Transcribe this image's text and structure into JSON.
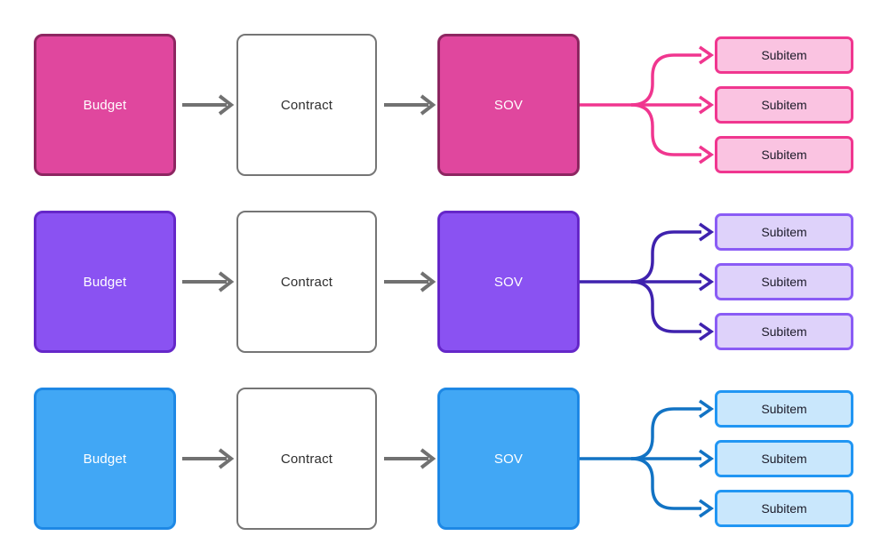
{
  "canvas": {
    "background": "#FFFFFF"
  },
  "connectors": {
    "arrow_color": "#717171"
  },
  "contract_style": {
    "fill": "#FFFFFF",
    "border": "#757575",
    "text_color": "#2E2E2E"
  },
  "rows": [
    {
      "id": "pink",
      "budget": {
        "label": "Budget"
      },
      "contract": {
        "label": "Contract"
      },
      "sov": {
        "label": "SOV"
      },
      "subitems": [
        {
          "label": "Subitem"
        },
        {
          "label": "Subitem"
        },
        {
          "label": "Subitem"
        }
      ],
      "colors": {
        "box_fill": "#E0479E",
        "box_border": "#8D2661",
        "box_text": "#FFFFFF",
        "subitem_fill": "#FAC3E1",
        "subitem_border": "#F0368F",
        "subitem_text": "#1C1B29",
        "branch": "#F0368F"
      }
    },
    {
      "id": "purple",
      "budget": {
        "label": "Budget"
      },
      "contract": {
        "label": "Contract"
      },
      "sov": {
        "label": "SOV"
      },
      "subitems": [
        {
          "label": "Subitem"
        },
        {
          "label": "Subitem"
        },
        {
          "label": "Subitem"
        }
      ],
      "colors": {
        "box_fill": "#8A52F2",
        "box_border": "#6527C9",
        "box_text": "#FFFFFF",
        "subitem_fill": "#DED2FA",
        "subitem_border": "#8A5CF5",
        "subitem_text": "#1C1B29",
        "branch": "#3F22AE"
      }
    },
    {
      "id": "blue",
      "budget": {
        "label": "Budget"
      },
      "contract": {
        "label": "Contract"
      },
      "sov": {
        "label": "SOV"
      },
      "subitems": [
        {
          "label": "Subitem"
        },
        {
          "label": "Subitem"
        },
        {
          "label": "Subitem"
        }
      ],
      "colors": {
        "box_fill": "#41A7F5",
        "box_border": "#1E88E5",
        "box_text": "#FFFFFF",
        "subitem_fill": "#C9E7FC",
        "subitem_border": "#2196F3",
        "subitem_text": "#1C1B29",
        "branch": "#1273C4"
      }
    }
  ]
}
